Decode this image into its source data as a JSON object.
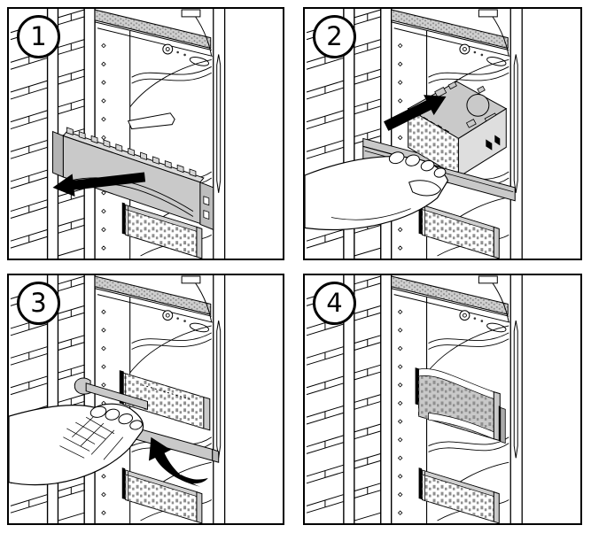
{
  "figure": {
    "colors": {
      "background": "#ffffff",
      "line": "#000000",
      "part_gray": "#c9c9c9",
      "stipple_gray": "#8f8f8f"
    },
    "steps": [
      {
        "number": "1",
        "icon": "arrow-out-icon"
      },
      {
        "number": "2",
        "icon": "arrow-in-icon"
      },
      {
        "number": "3",
        "icon": "arrow-rotate-icon"
      },
      {
        "number": "4"
      }
    ]
  }
}
